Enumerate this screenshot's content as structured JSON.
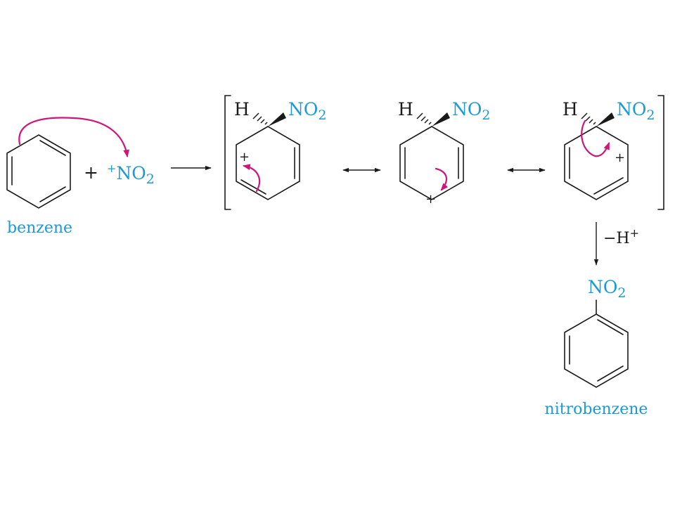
{
  "colors": {
    "accent": "#d0157a",
    "label": "#1a9ad6",
    "ink": "#1a1a1a"
  },
  "labels": {
    "plus": "+",
    "plus_superscript": "+",
    "hydrogen": "H",
    "nitro_main": "NO",
    "nitro_subscript": "2",
    "benzene_name": "benzene",
    "nitrobenzene_name": "nitrobenzene",
    "minus_h_main": "−H",
    "minus_h_sup": "+",
    "positive_charge": "+"
  }
}
